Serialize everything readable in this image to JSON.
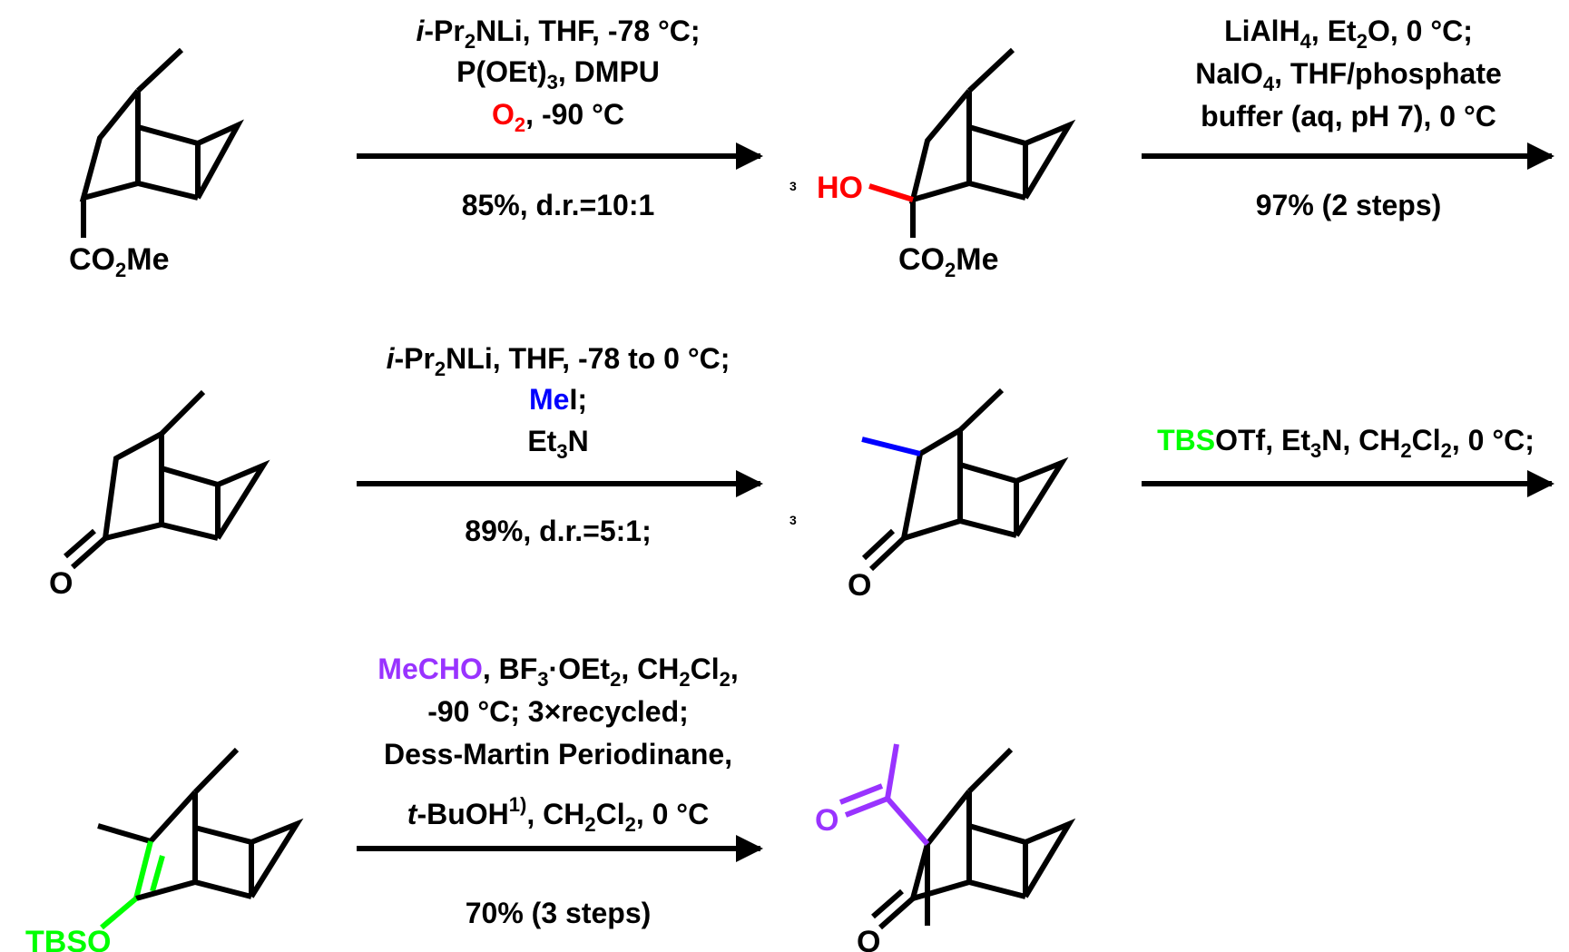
{
  "colors": {
    "oxygen_red": "#ff0000",
    "methyl_blue": "#0000ff",
    "tbs_green": "#00ff00",
    "mecho_purple": "#9933ff"
  },
  "molecules": {
    "m1": {
      "substituent": "CO2Me",
      "sub_main": "CO",
      "sub_num": "2",
      "sub_end": "Me"
    },
    "m2": {
      "ho": "HO",
      "sub_main": "CO",
      "sub_num": "2",
      "sub_end": "Me",
      "marker": "3"
    },
    "m3": {
      "o": "O"
    },
    "m4": {
      "o": "O",
      "marker": "3"
    },
    "m5": {
      "tbso": "TBSO"
    },
    "m6": {
      "o1": "O",
      "o2": "O"
    }
  },
  "steps": {
    "s1": {
      "l1a": "i",
      "l1b": "-Pr",
      "l1c": "2",
      "l1d": "NLi, THF, -78 °C;",
      "l2a": "P(OEt)",
      "l2b": "3",
      "l2c": ", DMPU",
      "l3a": "O",
      "l3b": "2",
      "l3c": ", -90 °C",
      "yield": "85%, d.r.=10:1"
    },
    "s2": {
      "l1a": "LiAlH",
      "l1b": "4",
      "l1c": ", Et",
      "l1d": "2",
      "l1e": "O, 0 °C;",
      "l2a": "NaIO",
      "l2b": "4",
      "l2c": ", THF/phosphate",
      "l3": "buffer (aq, pH 7), 0 °C",
      "yield": "97% (2 steps)"
    },
    "s3": {
      "l1a": "i",
      "l1b": "-Pr",
      "l1c": "2",
      "l1d": "NLi, THF, -78 to 0 °C;",
      "l2a": "Me",
      "l2b": "I;",
      "l3a": "Et",
      "l3b": "3",
      "l3c": "N",
      "yield": "89%, d.r.=5:1;"
    },
    "s4": {
      "l1a": "TBS",
      "l1b": "OTf, Et",
      "l1c": "3",
      "l1d": "N, CH",
      "l1e": "2",
      "l1f": "Cl",
      "l1g": "2",
      "l1h": ", 0 °C;"
    },
    "s5": {
      "l1a": "MeCHO",
      "l1b": ", BF",
      "l1c": "3",
      "l1d": "·OEt",
      "l1e": "2",
      "l1f": ", CH",
      "l1g": "2",
      "l1h": "Cl",
      "l1i": "2",
      "l1j": ",",
      "l2": "-90 °C; 3×recycled;",
      "l3": "Dess-Martin Periodinane,",
      "l4a": "t",
      "l4b": "-BuOH",
      "l4c": "1)",
      "l4d": ", CH",
      "l4e": "2",
      "l4f": "Cl",
      "l4g": "2",
      "l4h": ", 0 °C",
      "yield": "70% (3 steps)"
    }
  }
}
